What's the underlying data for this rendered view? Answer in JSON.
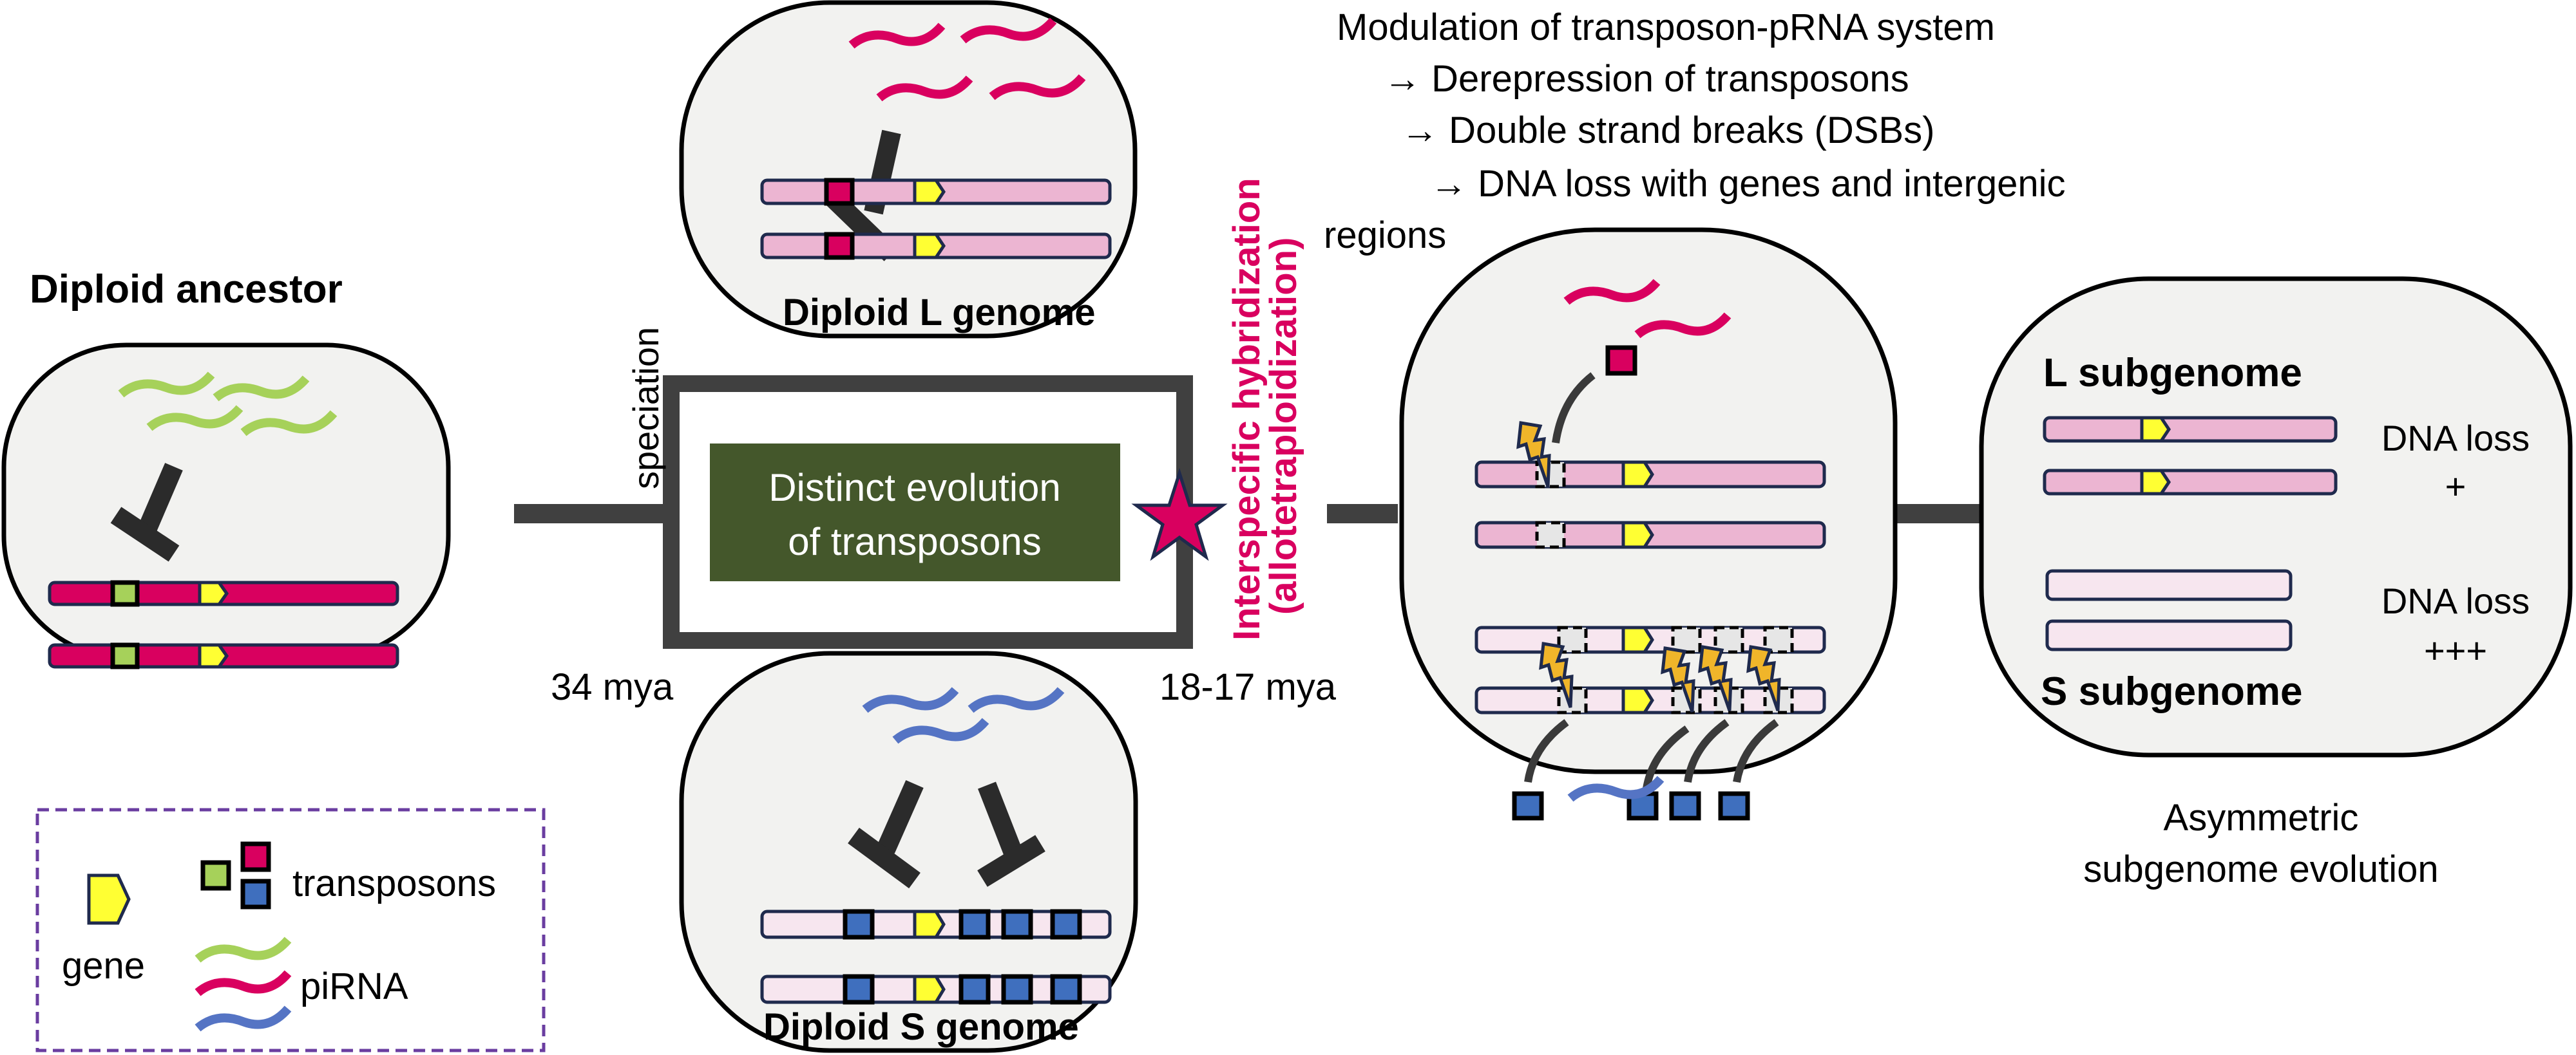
{
  "figure": {
    "title_ancestor": "Diploid ancestor",
    "label_speciation": "speciation",
    "label_34mya": "34 mya",
    "label_18mya": "18-17 mya",
    "center_box_line1": "Distinct evolution",
    "center_box_line2": "of transposons",
    "genome_L_label": "Diploid L genome",
    "genome_S_label": "Diploid S genome",
    "hybridization_line1": "Interspecific hybridization",
    "hybridization_line2": "(allotetraploidization)",
    "mechanism": {
      "line1": "Modulation of transposon-pRNA system",
      "line2": "→ Derepression of transposons",
      "line3": "→ Double strand breaks (DSBs)",
      "line4": "→ DNA loss with genes and intergenic",
      "line5": "regions"
    },
    "subgenome_L_label": "L subgenome",
    "subgenome_S_label": "S subgenome",
    "dna_loss_L": "DNA loss",
    "dna_loss_L_level": "+",
    "dna_loss_S": "DNA loss",
    "dna_loss_S_level": "+++",
    "caption_line1": "Asymmetric",
    "caption_line2": "subgenome evolution"
  },
  "legend": {
    "gene_label": "gene",
    "transposons_label": "transposons",
    "pirna_label": "piRNA"
  },
  "colors": {
    "magenta": "#d9005f",
    "pink_chromosome": "#ecb5d2",
    "pale_chromosome": "#f7e6ef",
    "green_transposon": "#a6d15a",
    "blue_transposon": "#3f6fbe",
    "gene_yellow": "#ffff33",
    "center_box": "#44572b",
    "legend_border": "#6a3da0",
    "panel_fill": "#f2f2f0"
  }
}
